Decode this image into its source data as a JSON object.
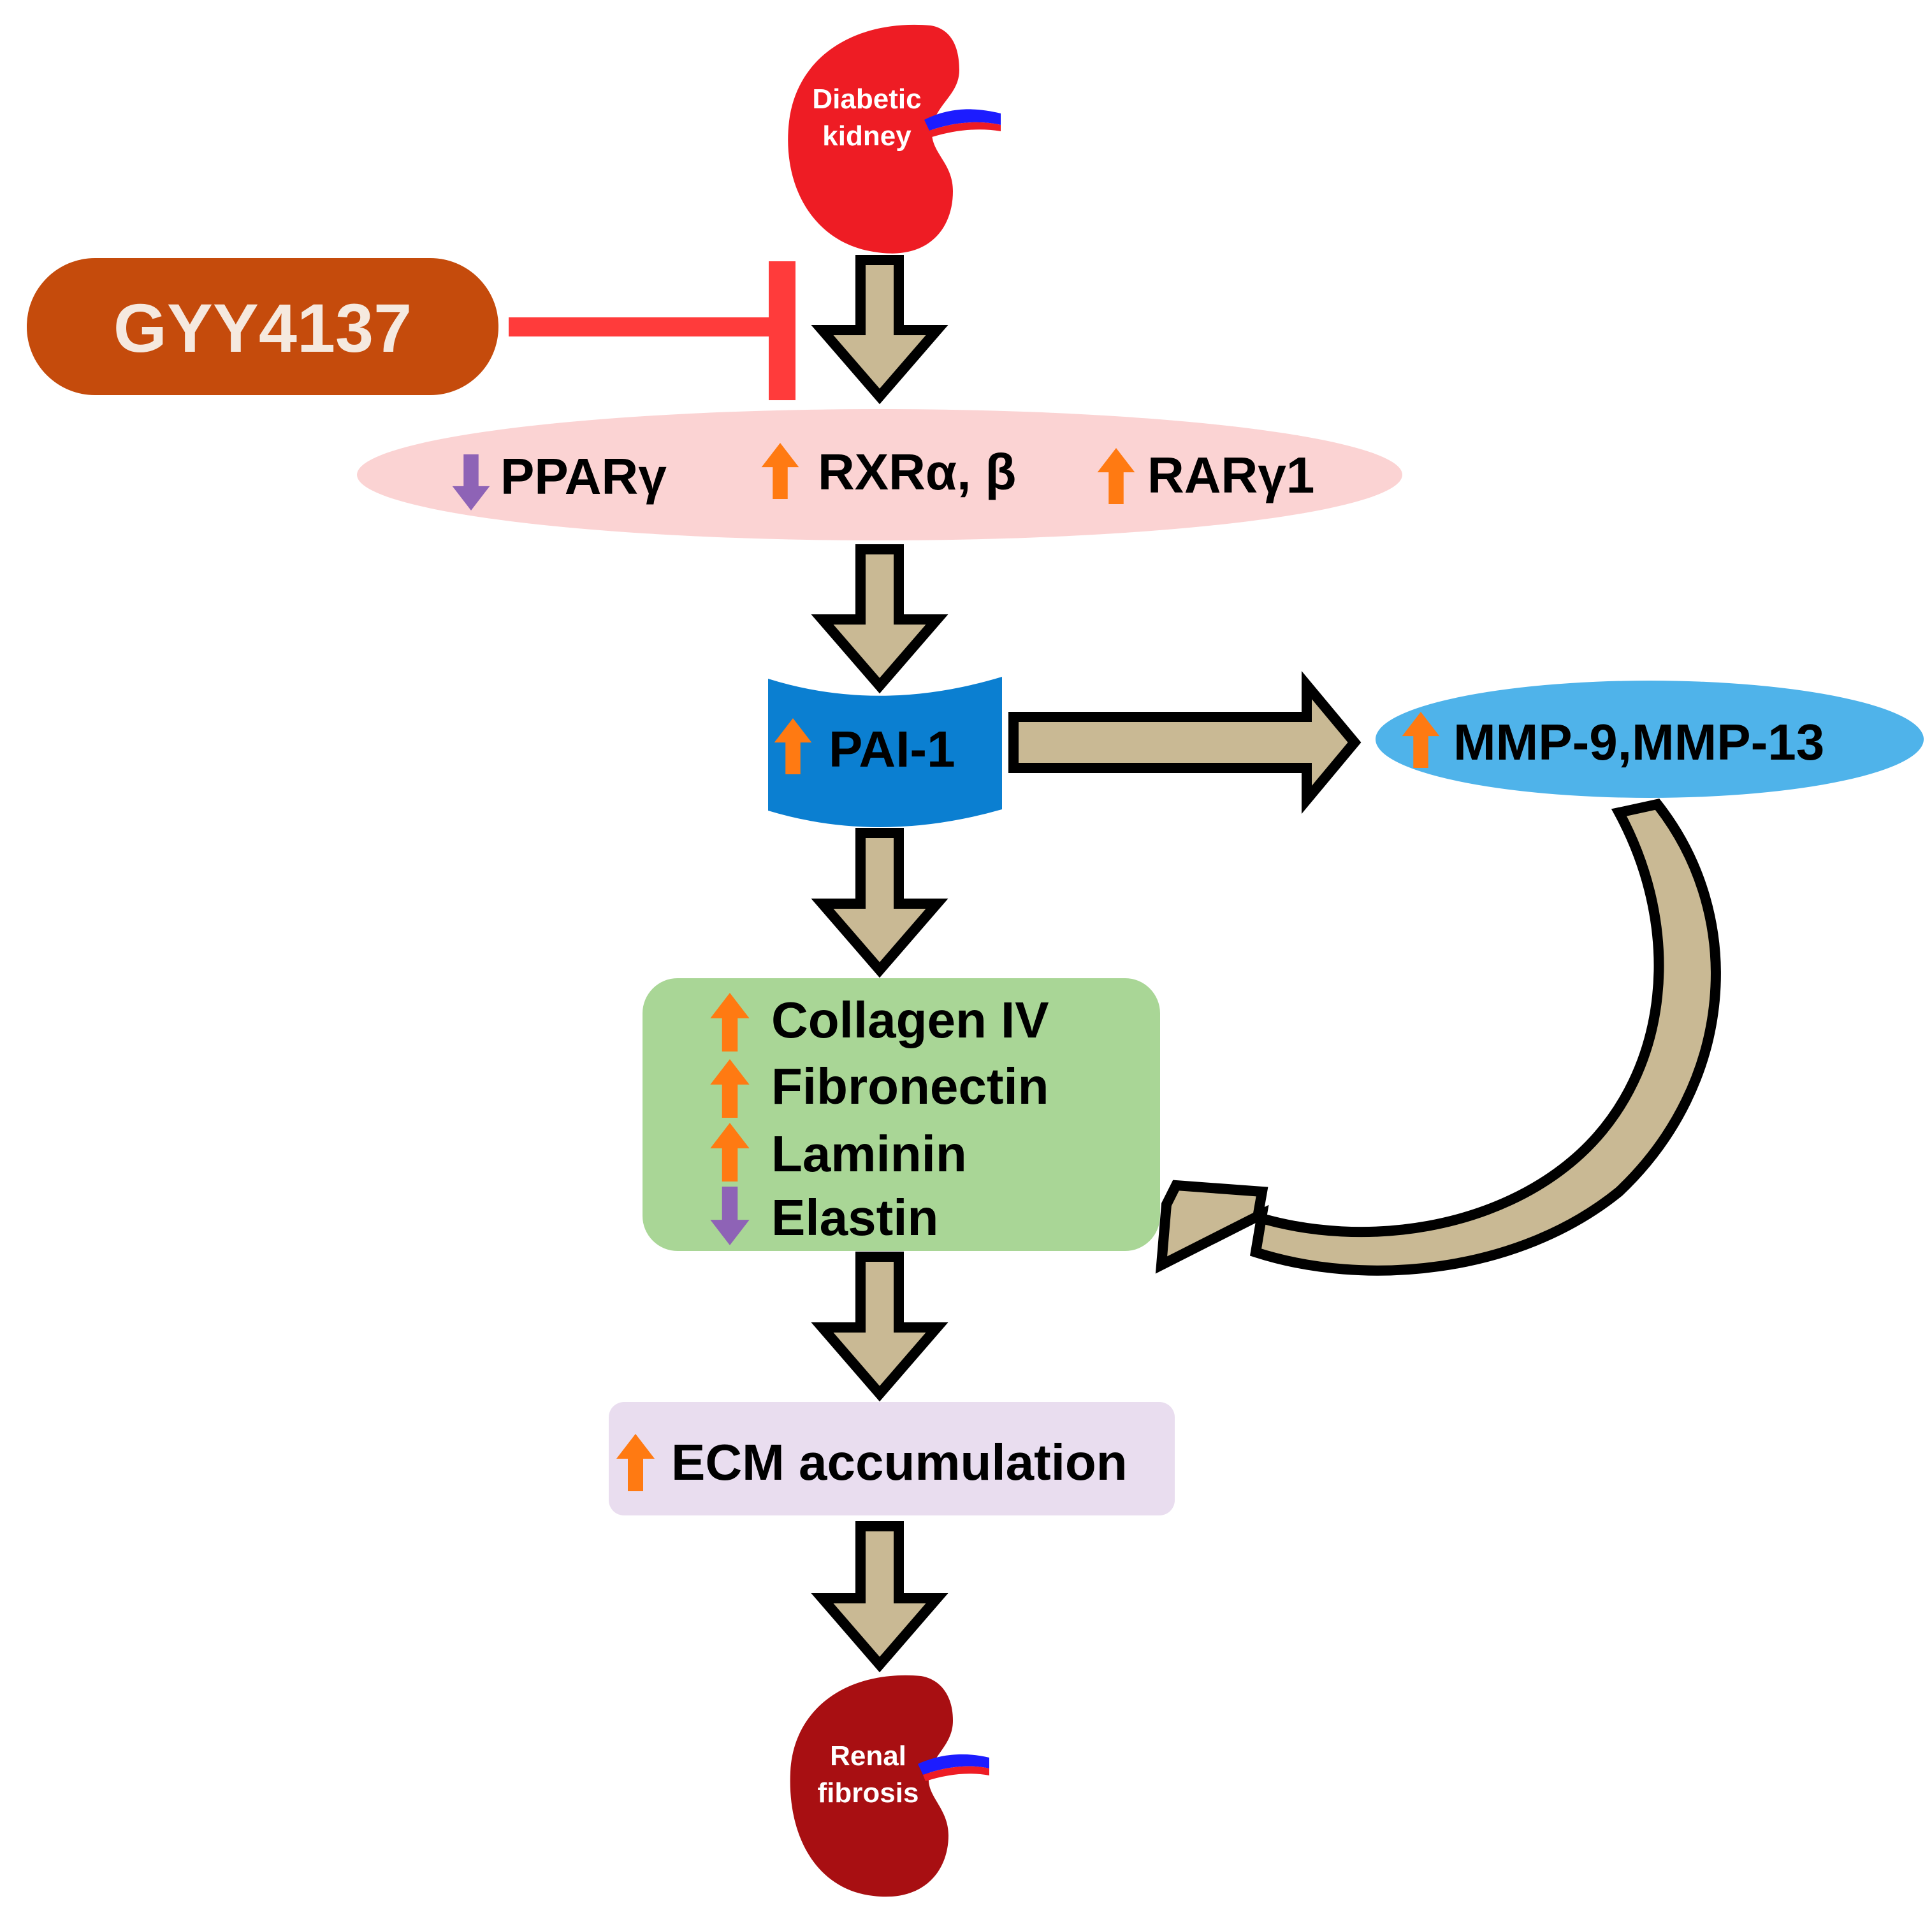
{
  "colors": {
    "kidney_top": "#ee1c24",
    "kidney_bottom": "#a80f12",
    "ureter_blue": "#1c1cff",
    "ureter_red": "#ee1c24",
    "drug": "#c54b0c",
    "inhibit": "#ff3b3b",
    "flow_arrow_fill": "#c9b994",
    "flow_arrow_stroke": "#000000",
    "receptor_band": "#fbd3d3",
    "pai_box": "#0b7fd1",
    "mmp_ellipse": "#4fb3ea",
    "ecm_box": "#a9d696",
    "ecm_result_box": "#e9ddef",
    "up_arrow": "#ff7a12",
    "down_arrow": "#8e63b6"
  },
  "kidney_top": {
    "line1": "Diabetic",
    "line2": "kidney"
  },
  "drug": {
    "label": "GYY4137"
  },
  "receptors": {
    "pparg": {
      "label": "PPARγ",
      "direction": "down"
    },
    "rxr": {
      "label": "RXRα, β",
      "direction": "up"
    },
    "rar": {
      "label": "RARγ1",
      "direction": "up"
    }
  },
  "pai": {
    "label": "PAI-1",
    "direction": "up"
  },
  "mmp": {
    "label": "MMP-9,MMP-13",
    "direction": "up"
  },
  "ecm_proteins": [
    {
      "label": "Collagen IV",
      "direction": "up"
    },
    {
      "label": "Fibronectin",
      "direction": "up"
    },
    {
      "label": "Laminin",
      "direction": "up"
    },
    {
      "label": "Elastin",
      "direction": "down"
    }
  ],
  "ecm_result": {
    "label": "ECM accumulation",
    "direction": "up"
  },
  "kidney_bottom": {
    "line1": "Renal",
    "line2": "fibrosis"
  }
}
